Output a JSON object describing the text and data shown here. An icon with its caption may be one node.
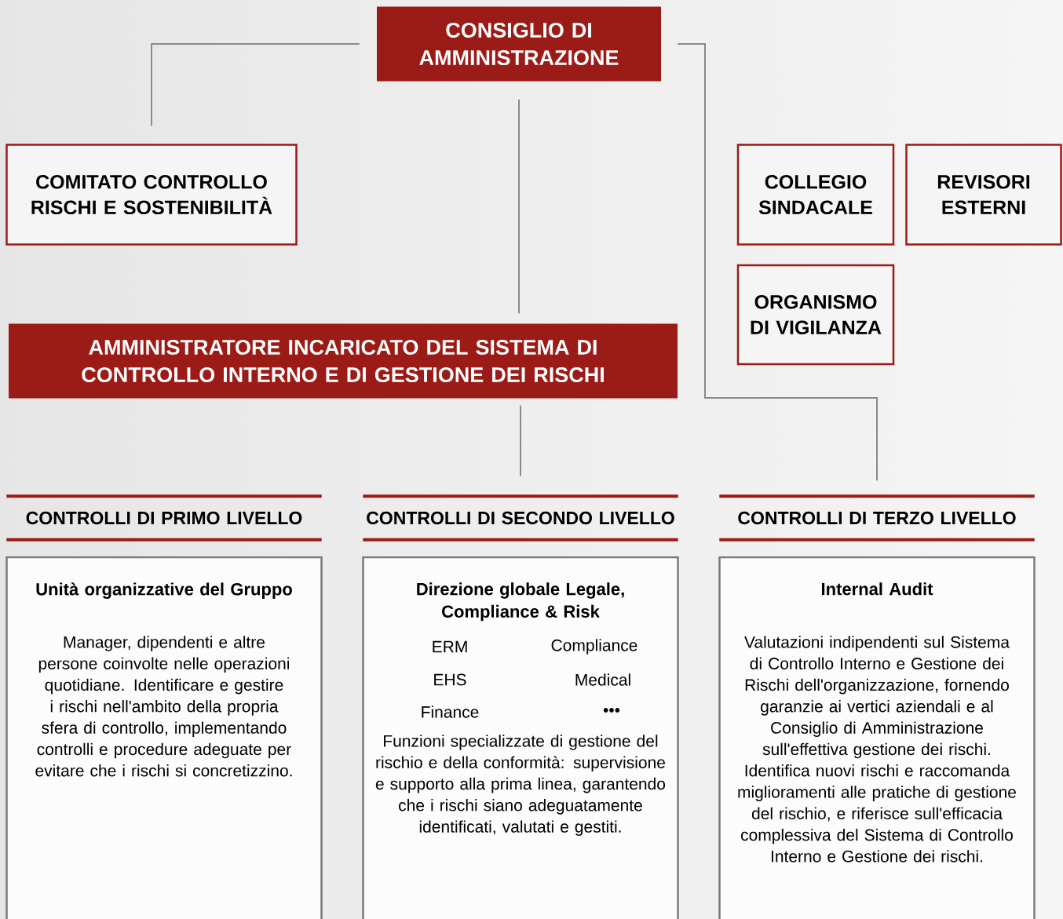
{
  "diagram": {
    "nodes": [
      {
        "text": [
          "CONSIGLIO DI AMMINISTRAZIONE"
        ]
      },
      {
        "text": [
          "COMITATO CONTROLLO RISCHI E SOSTENIBILITÀ"
        ]
      },
      {
        "text": [
          "COLLEGIO SINDACALE"
        ]
      },
      {
        "text": [
          "REVISORI ESTERNI"
        ]
      },
      {
        "text": [
          "ORGANISMO DI VIGILANZA"
        ]
      },
      {
        "text": [
          "AMMINISTRATORE INCARICATO DEL SISTEMA DI CONTROLLO INTERNO E DI GESTIONE DEI RISCHI"
        ]
      },
      {
        "text": [
          "CONTROLLI DI PRIMO LIVELLO"
        ]
      },
      {
        "text": [
          "CONTROLLI DI SECONDO LIVELLO"
        ]
      },
      {
        "text": [
          "CONTROLLI DI TERZO LIVELLO"
        ]
      },
      {
        "text": [
          "Unità organizzative del Gruppo",
          "Manager, dipendenti e altre persone coinvolte nelle operazioni quotidiane. Identificare e gestire i rischi nell'ambito della propria sfera di controllo, implementando controlli e procedure adeguate per evitare che i rischi si concretizzino."
        ]
      },
      {
        "text": [
          "Direzione globale Legale, Compliance & Risk",
          "ERM",
          "Compliance",
          "EHS",
          "Medical",
          "Finance",
          "•••",
          "Funzioni specializzate di gestione del rischio e della conformità: supervisione e supporto alla prima linea, garantendo che i rischi siano adeguatamente identificati, valutati e gestiti."
        ]
      },
      {
        "text": [
          "Internal Audit",
          "Valutazioni indipendenti sul Sistema di Controllo Interno e Gestione dei Rischi dell'organizzazione, fornendo garanzie ai vertici aziendali e al Consiglio di Amministrazione sull'effettiva gestione dei rischi. Identifica nuovi rischi e raccomanda miglioramenti alle pratiche di gestione del rischio, e riferisce sull'efficacia complessiva del Sistema di Controllo Interno e Gestione dei rischi."
        ]
      }
    ],
    "edges": [
      {
        "from": 0,
        "to": 1,
        "arrow": "none"
      },
      {
        "from": 0,
        "to": 5,
        "arrow": "none"
      },
      {
        "from": 0,
        "to": 8,
        "arrow": "none"
      },
      {
        "from": 5,
        "to": 7,
        "arrow": "none"
      }
    ]
  }
}
